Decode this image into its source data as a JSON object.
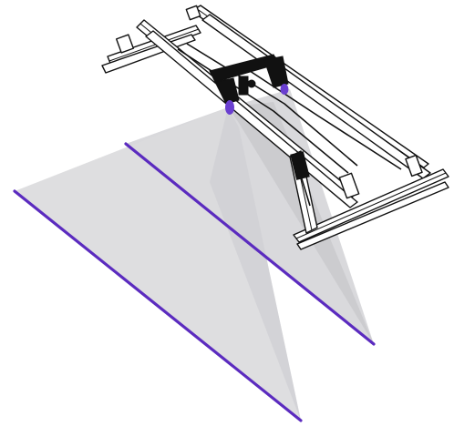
{
  "diagram": {
    "kind": "overhead-gantry-laser-scanner-illustration",
    "colors": {
      "background": "#ffffff",
      "plane_fill": "#d9d9dc",
      "plane_fill_dark": "#c6c6ca",
      "laser_line": "#5b2bbf",
      "emitter": "#6a3fd0",
      "frame_stroke": "#111111"
    },
    "components": [
      {
        "name": "gantry-frame"
      },
      {
        "name": "carriage-assembly"
      },
      {
        "name": "laser-emitter-front"
      },
      {
        "name": "laser-emitter-rear"
      },
      {
        "name": "light-plane-front"
      },
      {
        "name": "light-plane-rear"
      },
      {
        "name": "laser-line-front"
      },
      {
        "name": "laser-line-rear"
      }
    ]
  }
}
